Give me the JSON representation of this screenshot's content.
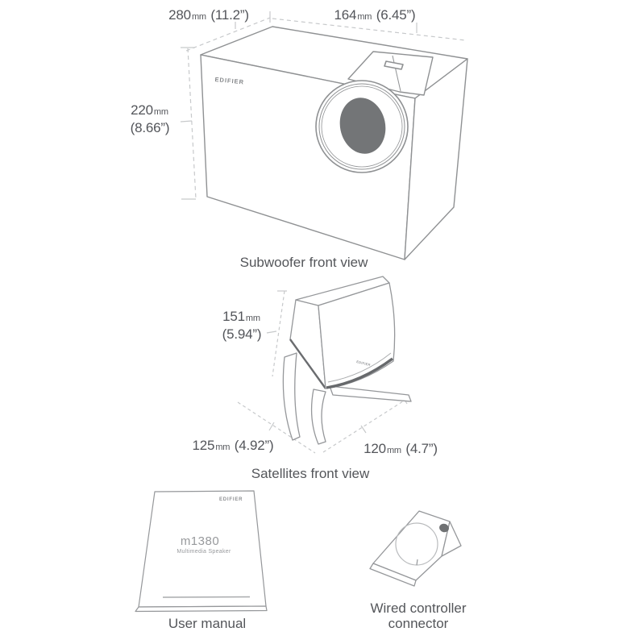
{
  "page": {
    "background": "#ffffff"
  },
  "colors": {
    "outline": "#8f9193",
    "outline_dark": "#67696c",
    "fill_dark": "#737577",
    "dashed_line": "#c6c8ca",
    "text": "#53555a",
    "text_light": "#97999c"
  },
  "subwoofer": {
    "caption": "Subwoofer front view",
    "brand_label": "EDIFIER",
    "width": {
      "value": "280",
      "unit": "mm",
      "inches": "(11.2”)"
    },
    "depth": {
      "value": "164",
      "unit": "mm",
      "inches": "(6.45”)"
    },
    "height": {
      "value": "220",
      "unit": "mm",
      "inches": "(8.66”)"
    }
  },
  "satellites": {
    "caption": "Satellites front view",
    "brand_label": "EDIFIER",
    "height": {
      "value": "151",
      "unit": "mm",
      "inches": "(5.94”)"
    },
    "width": {
      "value": "125",
      "unit": "mm",
      "inches": "(4.92”)"
    },
    "depth": {
      "value": "120",
      "unit": "mm",
      "inches": "(4.7”)"
    }
  },
  "manual": {
    "caption": "User manual",
    "brand_label": "EDIFIER",
    "model": "m1380",
    "subtitle": "Multimedia Speaker"
  },
  "controller": {
    "caption_line1": "Wired controller",
    "caption_line2": "connector"
  }
}
